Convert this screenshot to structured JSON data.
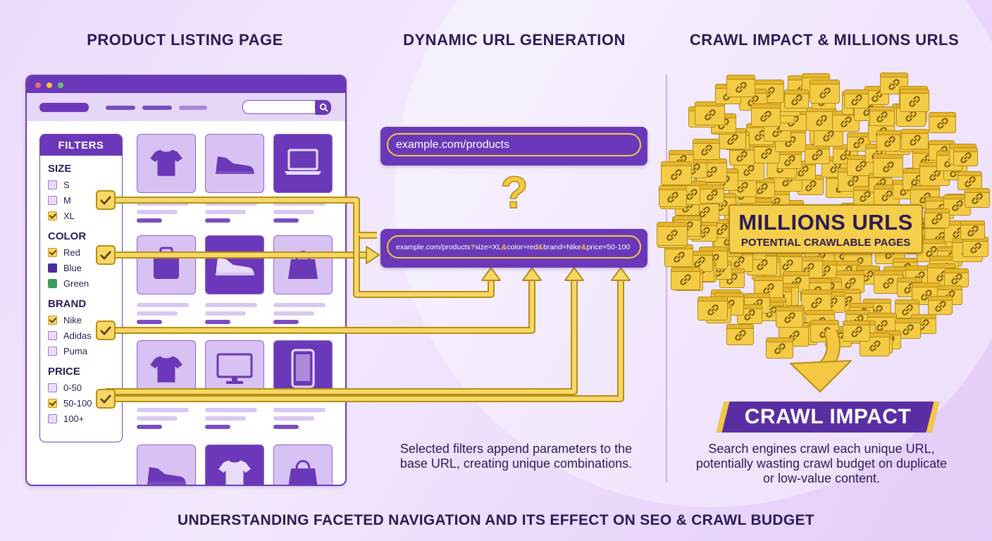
{
  "sections": {
    "left_title": "PRODUCT LISTING PAGE",
    "middle_title": "DYNAMIC URL GENERATION",
    "right_title": "CRAWL IMPACT & MILLIONS URLS"
  },
  "colors": {
    "primary_purple": "#6a38b8",
    "accent_yellow": "#f4cb45",
    "text_dark": "#2b1b55"
  },
  "filters": {
    "heading": "FILTERS",
    "groups": [
      {
        "title": "SIZE",
        "options": [
          {
            "label": "S",
            "checked": false
          },
          {
            "label": "M",
            "checked": false
          },
          {
            "label": "XL",
            "checked": true
          }
        ]
      },
      {
        "title": "COLOR",
        "options": [
          {
            "label": "Red",
            "checked": true
          },
          {
            "label": "Blue",
            "checked": false,
            "swatch": "#4b2a9e"
          },
          {
            "label": "Green",
            "checked": false,
            "swatch": "#3f9a5d"
          }
        ]
      },
      {
        "title": "BRAND",
        "options": [
          {
            "label": "Nike",
            "checked": true
          },
          {
            "label": "Adidas",
            "checked": false
          },
          {
            "label": "Puma",
            "checked": false
          }
        ]
      },
      {
        "title": "PRICE",
        "options": [
          {
            "label": "0-50",
            "checked": false
          },
          {
            "label": "50-100",
            "checked": true
          },
          {
            "label": "100+",
            "checked": false
          }
        ]
      }
    ]
  },
  "products": [
    {
      "icon": "tshirt-icon",
      "style": "light"
    },
    {
      "icon": "sneaker-icon",
      "style": "light"
    },
    {
      "icon": "laptop-icon",
      "style": "dark"
    },
    {
      "icon": "bag-icon",
      "style": "light"
    },
    {
      "icon": "sneaker-icon",
      "style": "dark"
    },
    {
      "icon": "handbag-icon",
      "style": "light"
    },
    {
      "icon": "tshirt-icon",
      "style": "light"
    },
    {
      "icon": "monitor-icon",
      "style": "light"
    },
    {
      "icon": "tablet-icon",
      "style": "dark"
    },
    {
      "icon": "sneaker-icon",
      "style": "light"
    },
    {
      "icon": "tshirt-icon",
      "style": "dark"
    },
    {
      "icon": "handbag-icon",
      "style": "light"
    }
  ],
  "url": {
    "base": "example.com/products",
    "question_mark": "?",
    "generated_parts": [
      {
        "text": "example.com/products",
        "accent": false
      },
      {
        "text": "?",
        "accent": true
      },
      {
        "text": "size=XL",
        "accent": false
      },
      {
        "text": "&",
        "accent": true
      },
      {
        "text": "color=red",
        "accent": false
      },
      {
        "text": "&",
        "accent": true
      },
      {
        "text": "brand=Nike",
        "accent": false
      },
      {
        "text": "&",
        "accent": true
      },
      {
        "text": "price=50-100",
        "accent": false
      }
    ],
    "caption": "Selected filters append parameters to the base URL, creating unique combinations."
  },
  "crawl": {
    "headline": "MILLIONS URLS",
    "subheadline": "POTENTIAL CRAWLABLE PAGES",
    "impact_label": "CRAWL IMPACT",
    "caption": "Search engines crawl each unique URL, potentially wasting crawl budget on duplicate or low-value content."
  },
  "footer": {
    "title": "UNDERSTANDING FACETED NAVIGATION AND ITS EFFECT ON SEO & CRAWL BUDGET"
  }
}
